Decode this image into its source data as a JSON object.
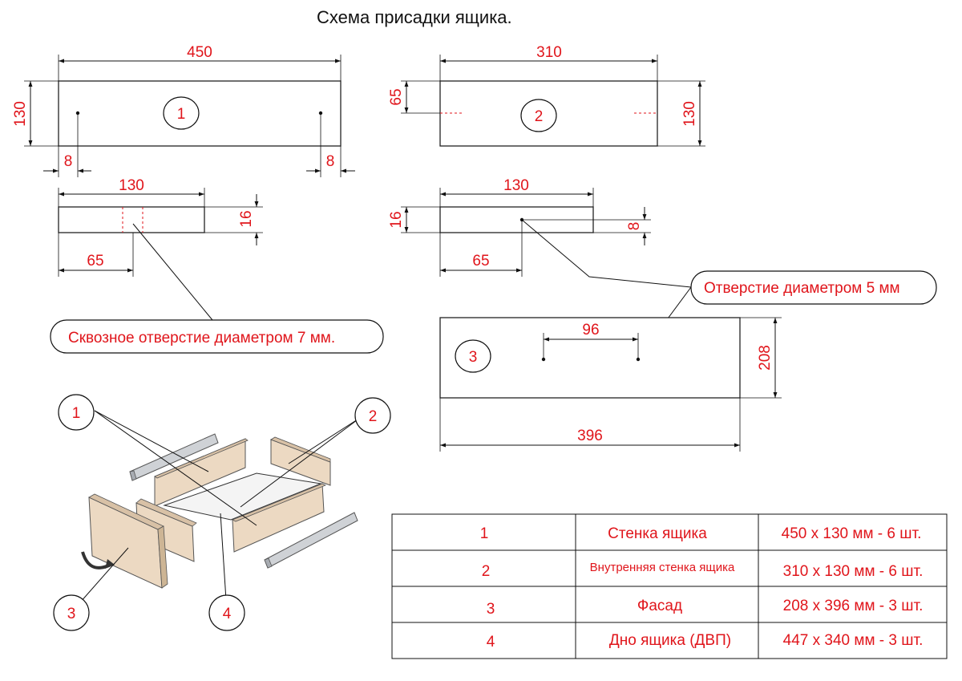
{
  "title": "Схема присадки ящика.",
  "parts": {
    "p1": {
      "number": "1",
      "width": "450",
      "height": "130",
      "offset_left": "8",
      "offset_right": "8",
      "edge_width": "130",
      "edge_thickness": "16",
      "edge_center": "65"
    },
    "p2": {
      "number": "2",
      "width": "310",
      "height": "130",
      "hole_height": "65",
      "edge_width": "130",
      "edge_thickness": "16",
      "edge_center": "65",
      "edge_hole_depth": "8"
    },
    "p3": {
      "number": "3",
      "width": "396",
      "height": "208",
      "hole_spacing": "96"
    }
  },
  "callouts": {
    "through_hole": "Сквозное отверстие  диаметром 7 мм.",
    "hole_5mm": "Отверстие диаметром 5 мм"
  },
  "assembly_labels": [
    "1",
    "2",
    "3",
    "4"
  ],
  "table": {
    "rows": [
      {
        "num": "1",
        "name": "Стенка ящика",
        "size": "450 х 130 мм - 6 шт."
      },
      {
        "num": "2",
        "name": "Внутренняя стенка ящика",
        "size": "310 х 130 мм - 6 шт."
      },
      {
        "num": "3",
        "name": "Фасад",
        "size": "208 х 396 мм - 3 шт."
      },
      {
        "num": "4",
        "name": "Дно ящика (ДВП)",
        "size": "447 х 340 мм - 3 шт."
      }
    ]
  },
  "colors": {
    "dimension_text": "#e0151b",
    "line": "#111111",
    "wood": "#ecd9c2",
    "rail": "#cfd2d6"
  }
}
